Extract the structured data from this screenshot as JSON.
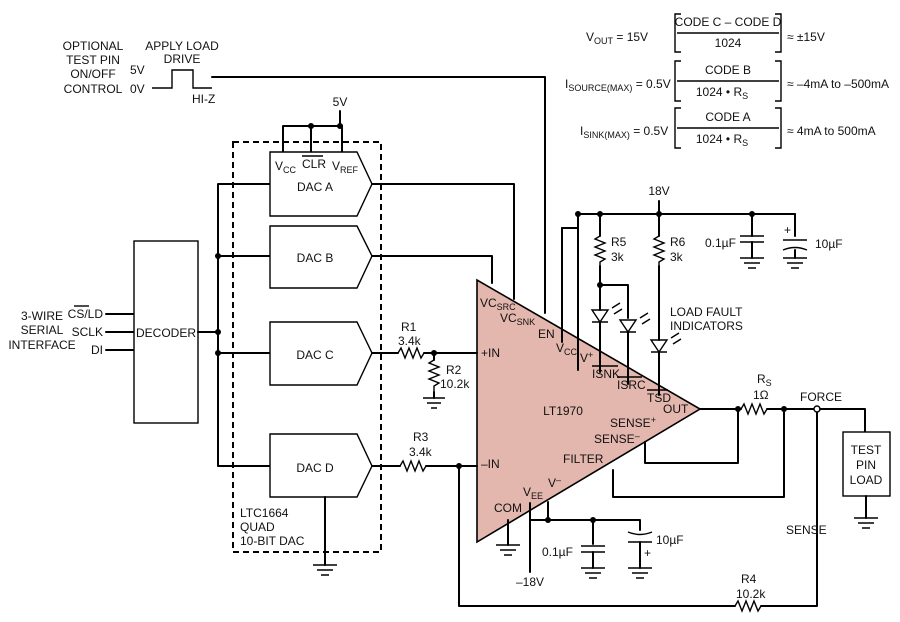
{
  "colors": {
    "opamp_fill": "#e4b7ae",
    "wire": "#000000",
    "background": "#ffffff"
  },
  "equations": {
    "vout_lhs": "V",
    "vout_sub": "OUT",
    "vout_eq": " = 15V",
    "vout_num": "CODE C – CODE D",
    "vout_den": "1024",
    "vout_rhs": "≈ ±15V",
    "isource_lhs": "I",
    "isource_sub": "SOURCE(MAX)",
    "isource_eq": " = 0.5V",
    "isource_num": "CODE B",
    "isource_den_main": "1024 • R",
    "isource_den_sub": "S",
    "isource_rhs": "≈ –4mA to –500mA",
    "isink_lhs": "I",
    "isink_sub": "SINK(MAX)",
    "isink_eq": " = 0.5V",
    "isink_num": "CODE A",
    "isink_den_main": "1024 • R",
    "isink_den_sub": "S",
    "isink_rhs": "≈ 4mA to 500mA"
  },
  "test_pin": {
    "line1": "OPTIONAL",
    "line2": "TEST PIN",
    "line3": "ON/OFF",
    "line4": "CONTROL",
    "v_high": "5V",
    "v_low": "0V",
    "drive1": "APPLY LOAD",
    "drive2": "DRIVE",
    "hiz": "HI-Z"
  },
  "interface": {
    "line1": "3-WIRE",
    "line2": "SERIAL",
    "line3": "INTERFACE",
    "pin_cs": "CS/LD",
    "pin_sclk": "SCLK",
    "pin_di": "DI"
  },
  "decoder": {
    "label": "DECODER"
  },
  "dac_chip": {
    "supply": "5V",
    "vcc": "V",
    "vcc_sub": "CC",
    "clr": "CLR",
    "vref": "V",
    "vref_sub": "REF",
    "dac_a": "DAC A",
    "dac_b": "DAC B",
    "dac_c": "DAC C",
    "dac_d": "DAC D",
    "chip_line1": "LTC1664",
    "chip_line2": "QUAD",
    "chip_line3": "10-BIT DAC"
  },
  "resistors": {
    "r1": "R1",
    "r1_val": "3.4k",
    "r2": "R2",
    "r2_val": "10.2k",
    "r3": "R3",
    "r3_val": "3.4k",
    "r4": "R4",
    "r4_val": "10.2k",
    "r5": "R5",
    "r5_val": "3k",
    "r6": "R6",
    "r6_val": "3k",
    "rs": "R",
    "rs_sub": "S",
    "rs_val": "1Ω"
  },
  "opamp": {
    "name": "LT1970",
    "vcsrc": "VC",
    "vcsrc_sub": "SRC",
    "vcsnk": "VC",
    "vcsnk_sub": "SNK",
    "en": "EN",
    "vcc": "V",
    "vcc_sub": "CC",
    "vplus": "V",
    "vplus_sup": "+",
    "isnk": "ISNK",
    "isrc": "ISRC",
    "tsd": "TSD",
    "out": "OUT",
    "sense_p": "SENSE",
    "sense_p_sup": "+",
    "sense_n": "SENSE",
    "sense_n_sup": "–",
    "filter": "FILTER",
    "vminus": "V",
    "vminus_sup": "–",
    "vee": "V",
    "vee_sub": "EE",
    "com": "COM",
    "in_p": "+IN",
    "in_n": "–IN"
  },
  "supplies": {
    "pos": "18V",
    "neg": "–18V",
    "cap_p1": "0.1µF",
    "cap_p2": "10µF",
    "cap_n1": "0.1µF",
    "cap_n2": "10µF",
    "plus": "+"
  },
  "load": {
    "fault1": "LOAD FAULT",
    "fault2": "INDICATORS",
    "force": "FORCE",
    "sense": "SENSE",
    "test1": "TEST",
    "test2": "PIN",
    "test3": "LOAD"
  }
}
